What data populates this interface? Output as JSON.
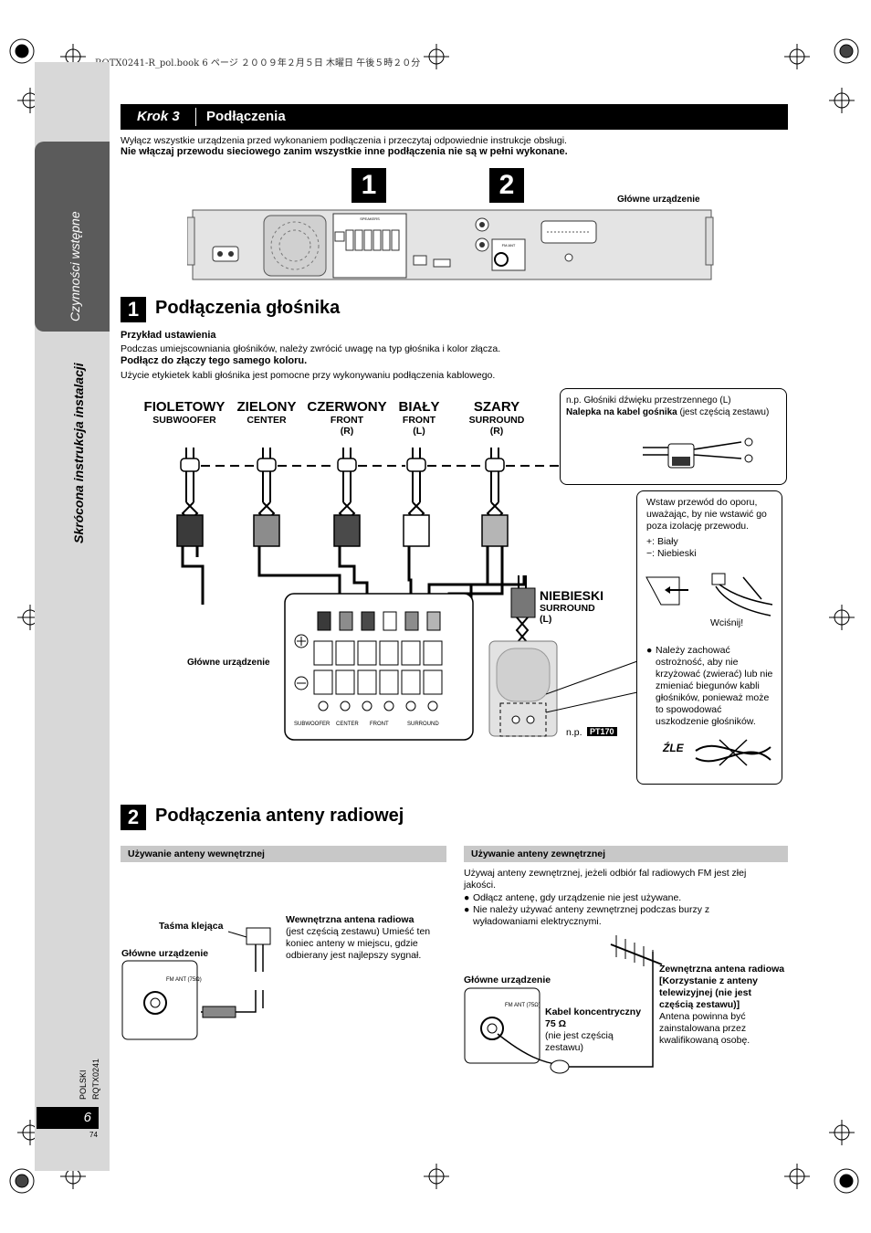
{
  "print_header": "RQTX0241-R_pol.book  6 ページ  ２００９年２月５日  木曜日  午後５時２０分",
  "sidebar": {
    "tab_label": "Czynności wstępne",
    "vertical_label": "Skrócona instrukcja instalacji"
  },
  "step": {
    "krok": "Krok 3",
    "title": "Podłączenia"
  },
  "intro": {
    "line1": "Wyłącz wszystkie urządzenia przed wykonaniem podłączenia i przeczytaj odpowiednie instrukcje obsługi.",
    "line2": "Nie włączaj przewodu sieciowego zanim wszystkie inne podłączenia nie są w pełni wykonane."
  },
  "top_diagram": {
    "num1": "1",
    "num2": "2",
    "main_unit_label": "Główne urządzenie"
  },
  "section1": {
    "number": "1",
    "title": "Podłączenia głośnika",
    "example_heading": "Przykład ustawienia",
    "example_text": "Podczas umiejscowniania głośników, należy zwrócić uwagę na typ głośnika i kolor złącza.",
    "connect_heading": "Podłącz do złączy tego samego koloru.",
    "connect_text": "Użycie etykietek kabli głośnika jest pomocne przy wykonywaniu podłączenia kablowego."
  },
  "speakers": [
    {
      "color": "FIOLETOWY",
      "name": "SUBWOOFER",
      "side": ""
    },
    {
      "color": "ZIELONY",
      "name": "CENTER",
      "side": ""
    },
    {
      "color": "CZERWONY",
      "name": "FRONT",
      "side": "(R)"
    },
    {
      "color": "BIAŁY",
      "name": "FRONT",
      "side": "(L)"
    },
    {
      "color": "SZARY",
      "name": "SURROUND",
      "side": "(R)"
    }
  ],
  "niebieski": {
    "color": "NIEBIESKI",
    "name": "SURROUND",
    "side": "(L)"
  },
  "terminal_labels": {
    "main_unit": "Główne urządzenie",
    "subwoofer": "SUBWOOFER",
    "center": "CENTER",
    "front": "FRONT",
    "surround": "SURROUND"
  },
  "example_box": {
    "line1": "n.p. Głośniki dźwięku przestrzennego (L)",
    "line2_bold": "Nalepka na kabel gośnika",
    "line2_rest": " (jest częścią zestawu)"
  },
  "insert_box": {
    "text": "Wstaw przewód do oporu, uważając, by nie wstawić go poza izolację przewodu.",
    "plus": "+: Biały",
    "minus": "−: Niebieski",
    "press": "Wciśnij!",
    "warning": "Należy zachować ostrożność, aby nie krzyżować (zwierać) lub nie zmieniać biegunów kabli głośników, ponieważ może to spowodować uszkodzenie głośników.",
    "wrong": "ŹLE"
  },
  "speaker_example": {
    "prefix": "n.p.",
    "model": "PT170"
  },
  "section2": {
    "number": "2",
    "title": "Podłączenia anteny radiowej"
  },
  "indoor": {
    "heading": "Używanie anteny wewnętrznej",
    "tape": "Taśma klejąca",
    "antenna_bold": "Wewnętrzna antena radiowa",
    "antenna_text": "(jest częścią zestawu) Umieść ten koniec anteny w miejscu, gdzie odbierany jest najlepszy sygnał.",
    "main_unit": "Główne urządzenie",
    "fm_ant": "FM ANT (75Ω)"
  },
  "outdoor": {
    "heading": "Używanie anteny zewnętrznej",
    "text": "Używaj anteny zewnętrznej, jeżeli odbiór fal radiowych FM jest złej jakości.",
    "bullet1": "Odłącz antenę, gdy urządzenie nie jest używane.",
    "bullet2": "Nie należy używać anteny zewnętrznej podczas burzy z wyładowaniami elektrycznymi.",
    "main_unit": "Główne urządzenie",
    "cable_bold": "Kabel koncentryczny 75 Ω",
    "cable_text": "(nie jest częścią zestawu)",
    "ext_bold": "Zewnętrzna antena radiowa [Korzystanie z anteny telewizyjnej (nie jest częścią zestawu)]",
    "ext_text": "Antena powinna być zainstalowana przez kwalifikowaną osobę.",
    "fm_ant": "FM ANT (75Ω)"
  },
  "footer": {
    "lang": "POLSKI",
    "code": "RQTX0241",
    "page": "6",
    "page_small": "74"
  }
}
